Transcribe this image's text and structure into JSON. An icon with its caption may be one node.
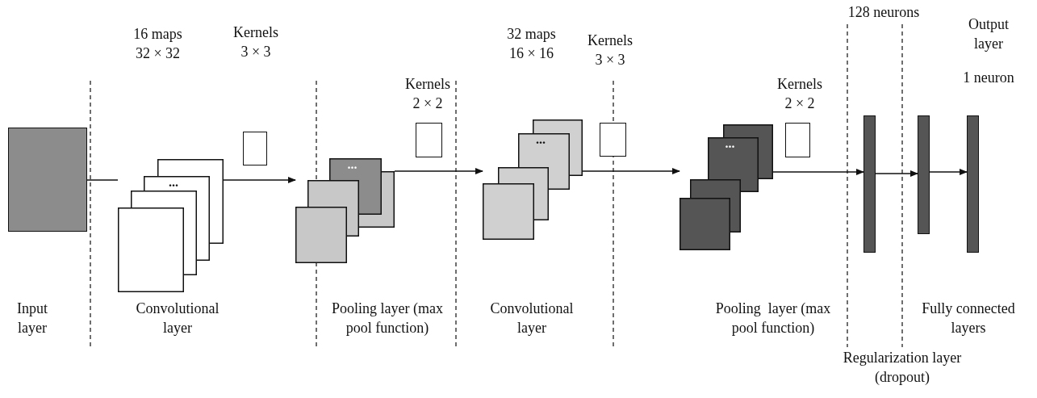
{
  "diagram": {
    "nodes": [
      {
        "text": [],
        "shape": "box"
      },
      {
        "text": [
          "..."
        ]
      },
      {
        "text": [],
        "shape": "box"
      },
      {
        "text": [
          "..."
        ]
      },
      {
        "text": [],
        "shape": "box"
      },
      {
        "text": [
          "..."
        ]
      },
      {
        "text": [],
        "shape": "box"
      },
      {
        "text": [
          "..."
        ]
      },
      {
        "text": [],
        "shape": "box"
      },
      {
        "text": [],
        "shape": "bar"
      },
      {
        "text": [],
        "shape": "bar"
      },
      {
        "text": [],
        "shape": "bar"
      }
    ],
    "edges": [
      {
        "from": 0,
        "to": 1,
        "arrow": "none"
      },
      {
        "from": 1,
        "to": 3,
        "arrow": "to"
      },
      {
        "from": 3,
        "to": 5,
        "arrow": "to"
      },
      {
        "from": 5,
        "to": 7,
        "arrow": "to"
      },
      {
        "from": 7,
        "to": 9,
        "arrow": "to"
      },
      {
        "from": 9,
        "to": 10,
        "arrow": "to"
      },
      {
        "from": 10,
        "to": 11,
        "arrow": "to"
      }
    ],
    "labels": [
      "16 maps 32 × 32",
      "Kernels 3 × 3",
      "Kernels 2 × 2",
      "32 maps 16 × 16",
      "Kernels 3 × 3",
      "Kernels 2 × 2",
      "128 neurons",
      "Output layer",
      "1 neuron",
      "Input layer",
      "Convolutional layer",
      "Pooling layer (max pool function)",
      "Convolutional layer",
      "Pooling  layer (max pool function)",
      "Fully connected layers",
      "Regularization layer (dropout)"
    ]
  }
}
